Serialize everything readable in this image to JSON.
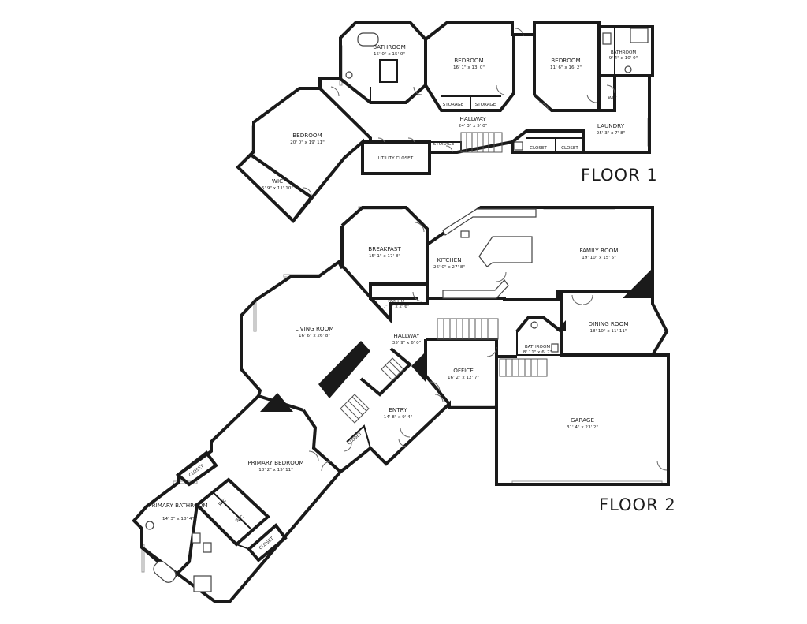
{
  "floors": [
    {
      "label": "FLOOR 1",
      "rooms": [
        {
          "name": "BATHROOM",
          "size": "15' 0\" x 15' 0\""
        },
        {
          "name": "BEDROOM",
          "size": "16' 1\" x 13' 0\""
        },
        {
          "name": "BEDROOM",
          "size": "11' 6\" x 16' 2\""
        },
        {
          "name": "BATHROOM",
          "size": "9' 4\" x 10' 0\""
        },
        {
          "name": "WIC",
          "size": ""
        },
        {
          "name": "STORAGE",
          "size": ""
        },
        {
          "name": "STORAGE",
          "size": ""
        },
        {
          "name": "HALLWAY",
          "size": "24' 3\" x 5' 0\""
        },
        {
          "name": "LAUNDRY",
          "size": "25' 3\" x 7' 8\""
        },
        {
          "name": "BEDROOM",
          "size": "20' 0\" x 19' 11\""
        },
        {
          "name": "UTILITY CLOSET",
          "size": ""
        },
        {
          "name": "STORAGE",
          "size": ""
        },
        {
          "name": "CLOSET",
          "size": ""
        },
        {
          "name": "CLOSET",
          "size": ""
        },
        {
          "name": "WIC",
          "size": "5' 9\" x 11' 10\""
        }
      ]
    },
    {
      "label": "FLOOR 2",
      "rooms": [
        {
          "name": "BREAKFAST",
          "size": "15' 1\" x 17' 8\""
        },
        {
          "name": "KITCHEN",
          "size": "26' 0\" x 27' 8\""
        },
        {
          "name": "FAMILY ROOM",
          "size": "19' 10\" x 15' 5\""
        },
        {
          "name": "PANTRY",
          "size": "7' 6\" x 2' 6\""
        },
        {
          "name": "LIVING ROOM",
          "size": "16' 6\" x 26' 8\""
        },
        {
          "name": "HALLWAY",
          "size": "35' 9\" x 6' 0\""
        },
        {
          "name": "DINING ROOM",
          "size": "18' 10\" x 11' 11\""
        },
        {
          "name": "BATHROOM",
          "size": "8' 11\" x 6' 7\""
        },
        {
          "name": "OFFICE",
          "size": "16' 2\" x 12' 7\""
        },
        {
          "name": "ENTRY",
          "size": "14' 8\" x 9' 4\""
        },
        {
          "name": "GARAGE",
          "size": "31' 4\" x 23' 2\""
        },
        {
          "name": "PRIMARY BEDROOM",
          "size": "18' 2\" x 15' 11\""
        },
        {
          "name": "CLOSET",
          "size": ""
        },
        {
          "name": "WIC",
          "size": ""
        },
        {
          "name": "WIC",
          "size": ""
        },
        {
          "name": "PRIMARY BATHROOM",
          "size": "14' 3\" x 18' 4\""
        },
        {
          "name": "CLOSET",
          "size": ""
        },
        {
          "name": "CLOSET",
          "size": ""
        }
      ]
    }
  ]
}
